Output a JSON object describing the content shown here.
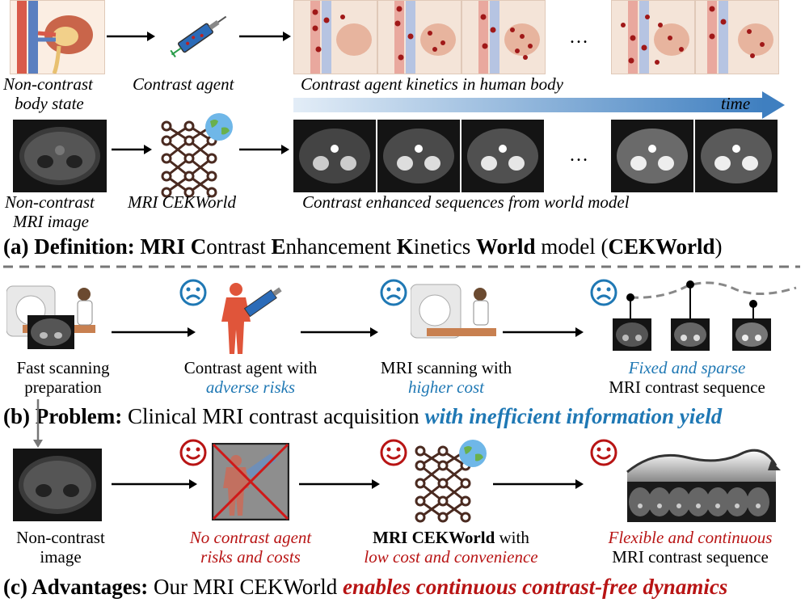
{
  "colors": {
    "blue": "#1f78b4",
    "red": "#b81414",
    "divider": "#777777"
  },
  "section_a": {
    "row1": {
      "body_state_label_l1": "Non-contrast",
      "body_state_label_l2": "body state",
      "agent_label": "Contrast agent",
      "kinetics_label": "Contrast agent kinetics in human body",
      "ellipsis": "…",
      "time_label": "time"
    },
    "row2": {
      "mri_label_l1": "Non-contrast",
      "mri_label_l2": "MRI image",
      "model_label": "MRI CEKWorld",
      "sequences_label": "Contrast enhanced sequences from world model",
      "ellipsis": "…"
    },
    "caption": {
      "prefix": "(a) Definition:",
      "p1_bold": "MRI C",
      "p1": "ontrast ",
      "p2_bold": "E",
      "p2": "nhancement ",
      "p3_bold": "K",
      "p3": "inetics ",
      "p4_bold": "World",
      "p4": " model (",
      "p5_bold": "CEKWorld",
      "p5": ")"
    }
  },
  "section_b": {
    "step1_l1": "Fast scanning",
    "step1_l2": "preparation",
    "step2_l1": "Contrast agent with",
    "step2_l2": "adverse risks",
    "step3_l1": "MRI scanning with",
    "step3_l2": "higher cost",
    "step4_l1": "Fixed and sparse",
    "step4_l2": "MRI contrast sequence",
    "caption_prefix": "(b) Problem:",
    "caption_text": " Clinical MRI contrast acquisition ",
    "caption_emph": "with inefficient information yield"
  },
  "section_c": {
    "step1_l1": "Non-contrast",
    "step1_l2": "image",
    "step2_l1": "No contrast agent",
    "step2_l2": "risks and costs",
    "step3_bold": "MRI CEKWorld",
    "step3_rest": " with",
    "step3_l2": "low cost and convenience",
    "step4_l1": "Flexible and continuous",
    "step4_l2": "MRI contrast sequence",
    "caption_prefix": "(c) Advantages:",
    "caption_text": " Our MRI CEKWorld ",
    "caption_emph": "enables continuous contrast-free dynamics"
  },
  "icons": {
    "sad_face": "sad-face-icon",
    "happy_face": "happy-face-icon",
    "globe": "globe-icon",
    "syringe": "syringe-icon",
    "network": "neural-network-icon",
    "scanner": "mri-scanner-icon",
    "body": "human-body-icon"
  }
}
